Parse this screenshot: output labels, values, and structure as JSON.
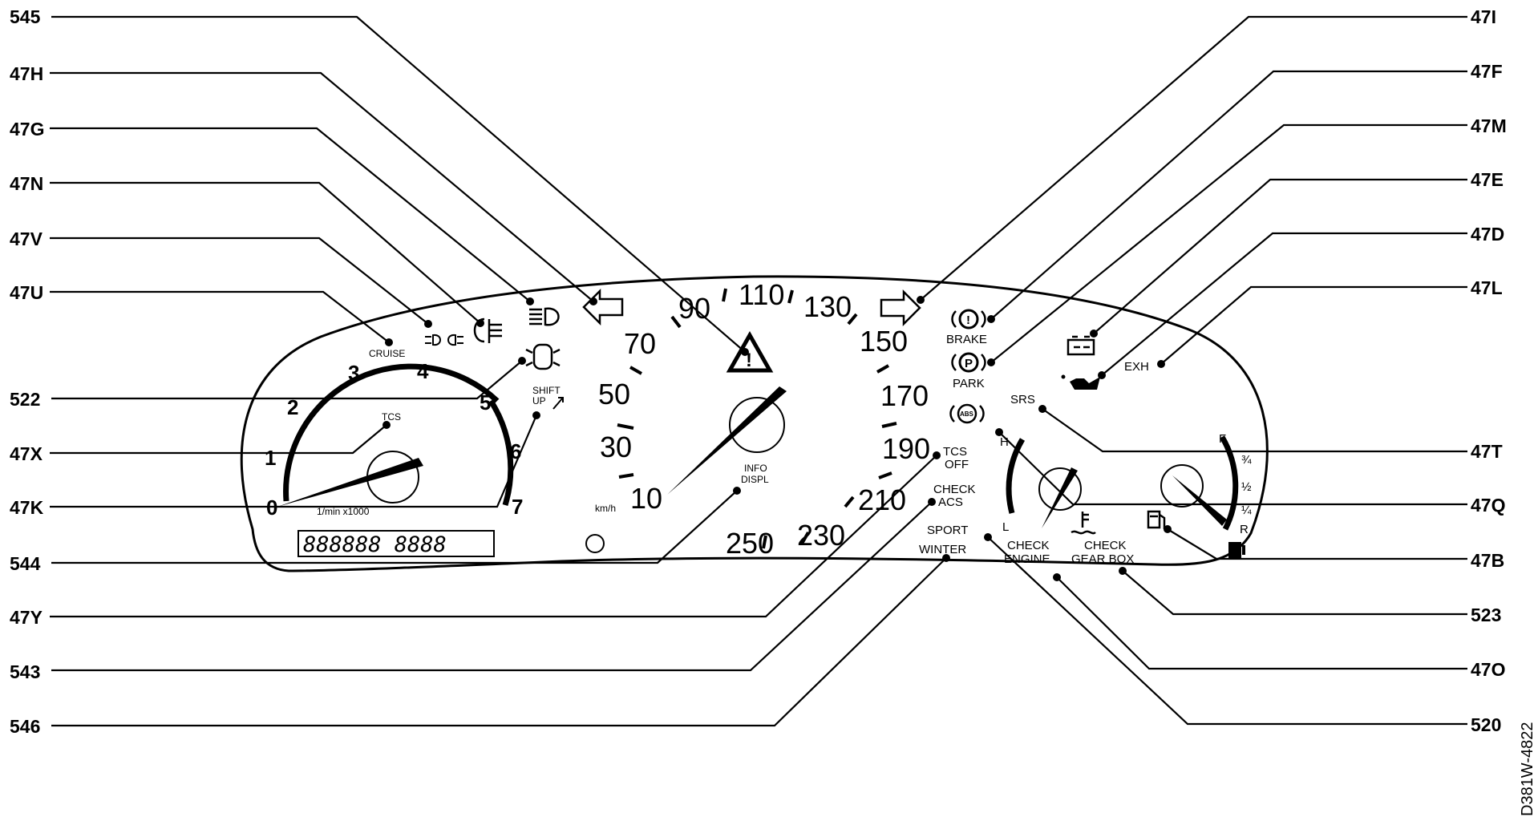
{
  "callouts_left": [
    "545",
    "47H",
    "47G",
    "47N",
    "47V",
    "47U",
    "522",
    "47X",
    "47K",
    "544",
    "47Y",
    "543",
    "546"
  ],
  "callouts_right": [
    "47I",
    "47F",
    "47M",
    "47E",
    "47D",
    "47L",
    "47T",
    "47Q",
    "47B",
    "523",
    "47O",
    "520"
  ],
  "speedometer": {
    "marks": [
      "10",
      "30",
      "50",
      "70",
      "90",
      "110",
      "130",
      "150",
      "170",
      "190",
      "210",
      "230",
      "250"
    ],
    "unit": "km/h"
  },
  "tachometer": {
    "marks": [
      "0",
      "1",
      "2",
      "3",
      "4",
      "5",
      "6",
      "7"
    ],
    "unit": "1/min x1000"
  },
  "odometer": "888888 8888",
  "indicators": {
    "cruise": "CRUISE",
    "tcs": "TCS",
    "shift_up": [
      "SHIFT",
      "UP"
    ],
    "info_displ": [
      "INFO",
      "DISPL"
    ],
    "brake": "BRAKE",
    "park": "PARK",
    "park_symbol": "P",
    "brake_symbol": "!",
    "abs_symbol": "ABS",
    "srs": "SRS",
    "exh": "EXH",
    "tcs_off": [
      "TCS",
      "OFF"
    ],
    "check_acs": [
      "CHECK",
      "ACS"
    ],
    "sport": "SPORT",
    "winter": "WINTER",
    "check_engine": [
      "CHECK",
      "ENGINE"
    ],
    "check_gear_box": [
      "CHECK",
      "GEAR BOX"
    ],
    "hazard_symbol": "!"
  },
  "temp_gauge": {
    "marks": [
      "H",
      "L"
    ]
  },
  "fuel_gauge": {
    "marks": [
      "F",
      "¾",
      "½",
      "¼",
      "R"
    ]
  },
  "drawing_code": "D381W-4822",
  "icons": [
    "turn-left-arrow-icon",
    "turn-right-arrow-icon",
    "hazard-warning-icon",
    "high-beam-icon",
    "rear-fog-icon",
    "front-fog-icon",
    "door-open-icon",
    "battery-icon",
    "oil-can-icon",
    "coolant-icon",
    "fuel-pump-icon"
  ]
}
